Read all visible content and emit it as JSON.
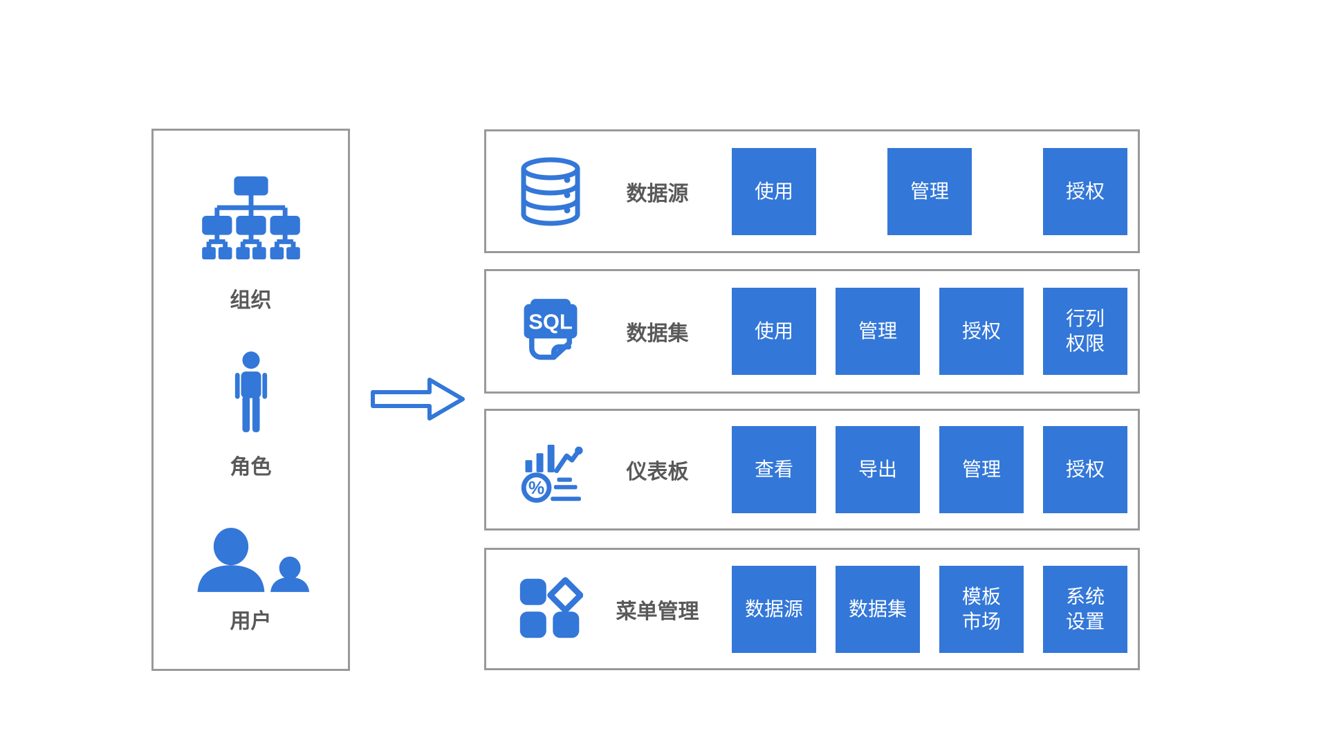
{
  "colors": {
    "primary": "#3377D8",
    "box_border": "#999999",
    "label_text": "#595959",
    "button_text": "#FFFFFF"
  },
  "left_panel": {
    "items": [
      {
        "id": "organization",
        "icon": "org-chart-icon",
        "label": "组织"
      },
      {
        "id": "role",
        "icon": "person-icon",
        "label": "角色"
      },
      {
        "id": "user",
        "icon": "users-icon",
        "label": "用户"
      }
    ]
  },
  "arrow": {
    "icon": "arrow-right-icon"
  },
  "permission_rows": [
    {
      "id": "datasource",
      "icon": "database-icon",
      "label": "数据源",
      "buttons": [
        "使用",
        "管理",
        "授权"
      ]
    },
    {
      "id": "dataset",
      "icon": "sql-file-icon",
      "label": "数据集",
      "buttons": [
        "使用",
        "管理",
        "授权",
        "行列\n权限"
      ]
    },
    {
      "id": "dashboard",
      "icon": "dashboard-chart-icon",
      "label": "仪表板",
      "buttons": [
        "查看",
        "导出",
        "管理",
        "授权"
      ]
    },
    {
      "id": "menu",
      "icon": "menu-grid-icon",
      "label": "菜单管理",
      "buttons": [
        "数据源",
        "数据集",
        "模板\n市场",
        "系统\n设置"
      ]
    }
  ],
  "icon_text": {
    "sql": "SQL",
    "percent": "%"
  }
}
